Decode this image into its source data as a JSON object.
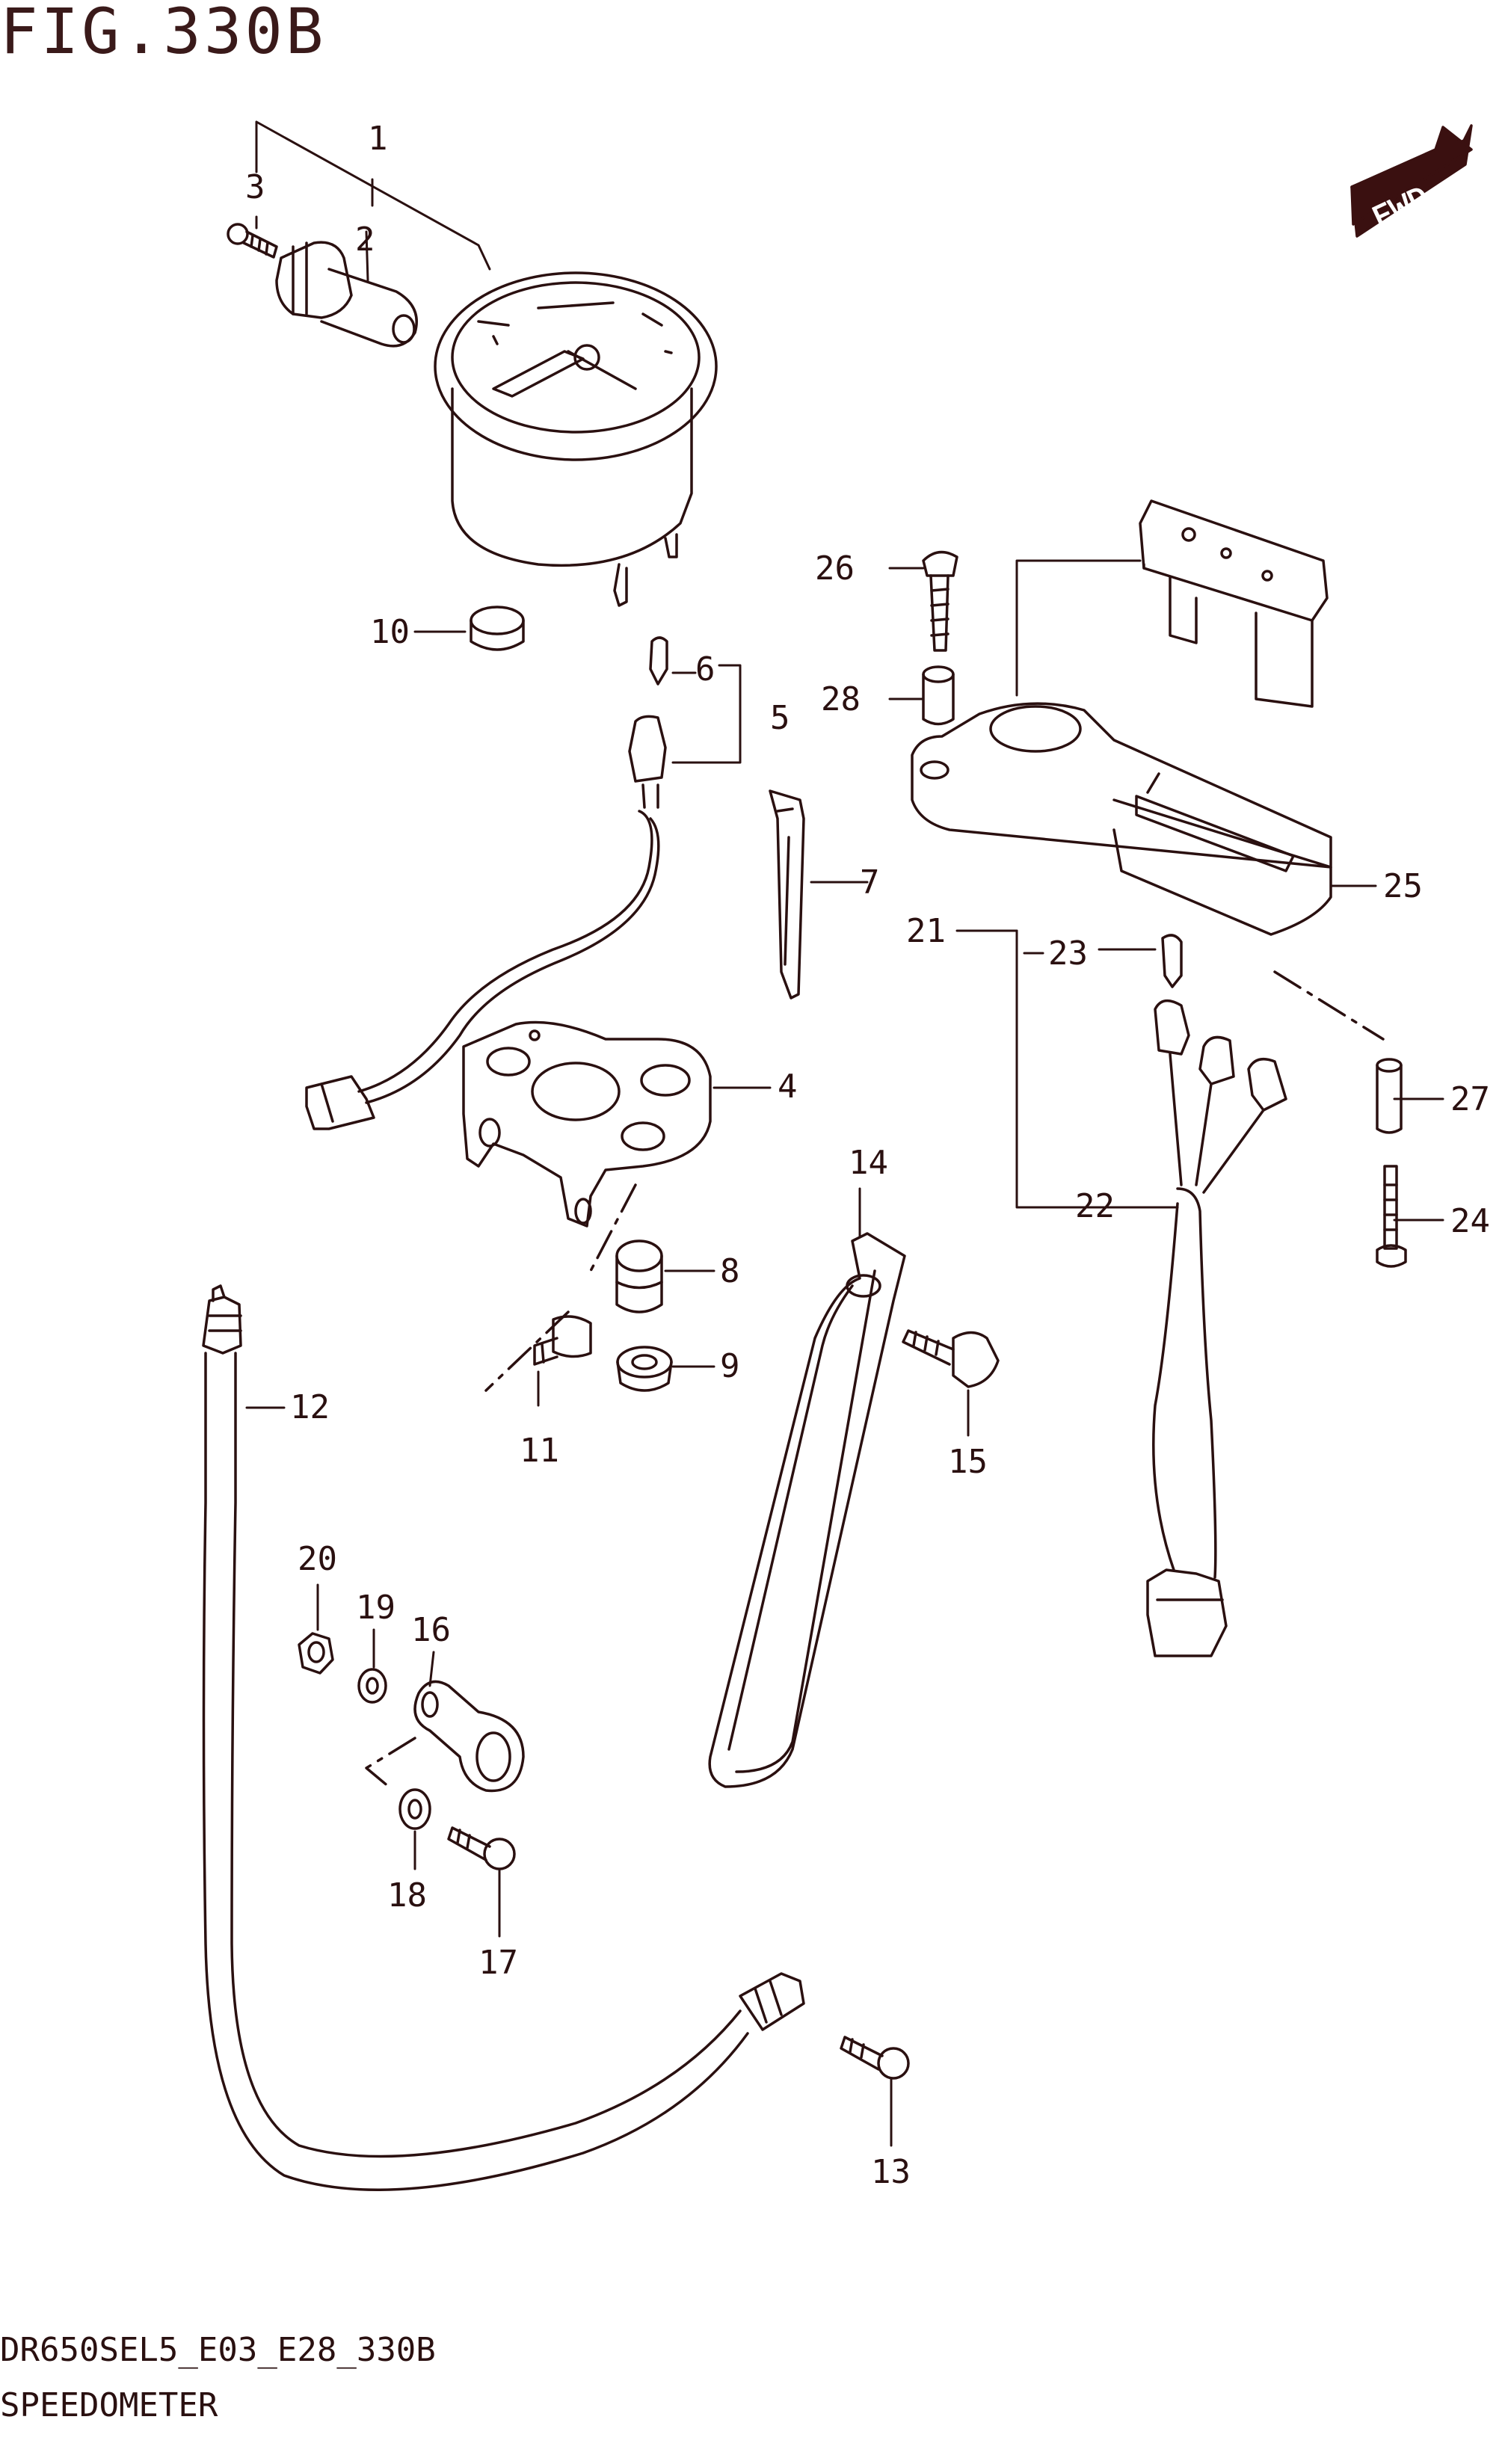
{
  "figure": {
    "title": "FIG.330B",
    "fwd_label": "FWD",
    "model_code": "DR650SEL5_E03_E28_330B",
    "section_name": "SPEEDOMETER"
  },
  "callouts": [
    "1",
    "2",
    "3",
    "4",
    "5",
    "6",
    "7",
    "8",
    "9",
    "10",
    "11",
    "12",
    "13",
    "14",
    "15",
    "16",
    "17",
    "18",
    "19",
    "20",
    "21",
    "22",
    "23",
    "24",
    "25",
    "26",
    "27",
    "28"
  ],
  "colors": {
    "ink": "#2a1010",
    "paper": "#ffffff",
    "badge": "#3a1010"
  }
}
